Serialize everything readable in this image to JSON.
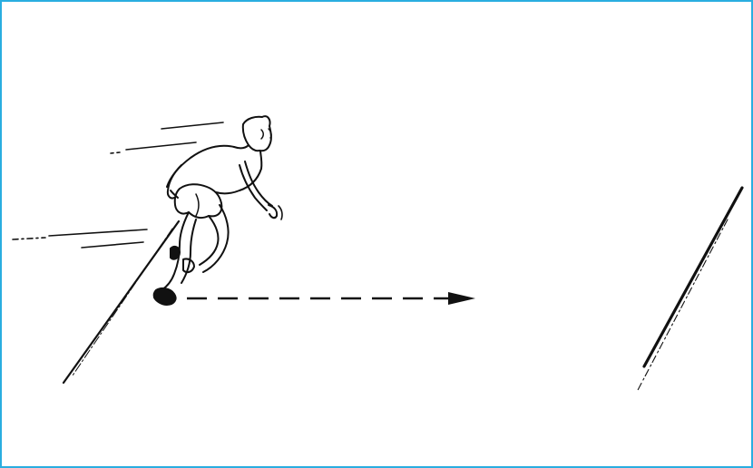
{
  "frame": {
    "border_color": "#2aaee0",
    "background": "#ffffff"
  },
  "illustration": {
    "subject": "sprinting-runner",
    "ink_color": "#111111",
    "start_line": "solid-diagonal-line",
    "finish_line": "solid-diagonal-line",
    "path": "dashed-arrow-right",
    "motion_marks": "speed-lines"
  }
}
